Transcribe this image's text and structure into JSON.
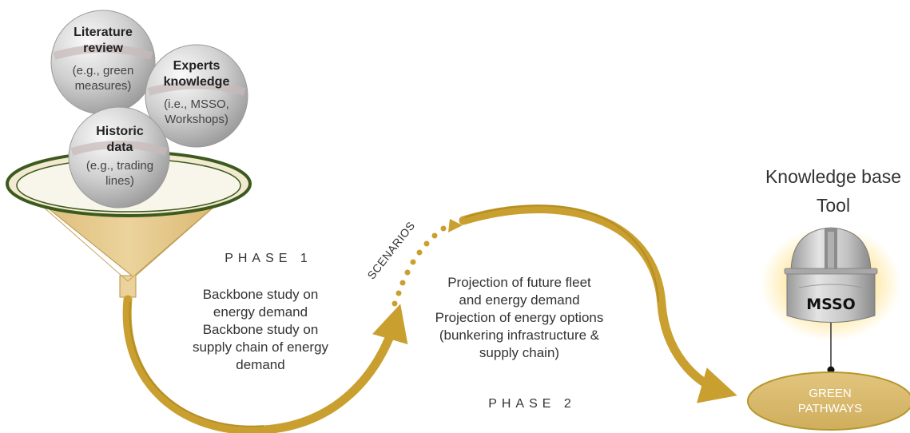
{
  "colors": {
    "funnel_fill": "#e6c88a",
    "funnel_rim": "#3d5a1e",
    "arrow": "#c9a030",
    "arrow_dark": "#a07a18",
    "sphere_light": "#eeeeee",
    "sphere_dark": "#a8a8a8",
    "sphere_band": "#c7b9b9",
    "oval_fill": "#d9bc72",
    "oval_stroke": "#b8962e",
    "glow": "#ffe8a0"
  },
  "inputs": {
    "literature": {
      "title_line1": "Literature",
      "title_line2": "review",
      "sub_line1": "(e.g., green",
      "sub_line2": "measures)"
    },
    "experts": {
      "title_line1": "Experts",
      "title_line2": "knowledge",
      "sub_line1": "(i.e., MSSO,",
      "sub_line2": "Workshops)"
    },
    "historic": {
      "title_line1": "Historic",
      "title_line2": "data",
      "sub_line1": "(e.g., trading",
      "sub_line2": "lines)"
    }
  },
  "phase1": {
    "label": "PHASE 1",
    "lines": [
      "Backbone study on",
      "energy demand",
      "Backbone study on",
      "supply chain of energy",
      "demand"
    ]
  },
  "scenarios": {
    "label": "SCENARIOS"
  },
  "phase2": {
    "label": "PHASE 2",
    "lines": [
      "Projection of future fleet",
      "and energy demand",
      "Projection of  energy options",
      "(bunkering infrastructure  &",
      "supply chain)"
    ]
  },
  "tool": {
    "title_line1": "Knowledge base",
    "title_line2": "Tool",
    "badge": "MSSO",
    "icon": "observatory-dome-icon"
  },
  "output": {
    "line1": "GREEN",
    "line2": "PATHWAYS"
  }
}
